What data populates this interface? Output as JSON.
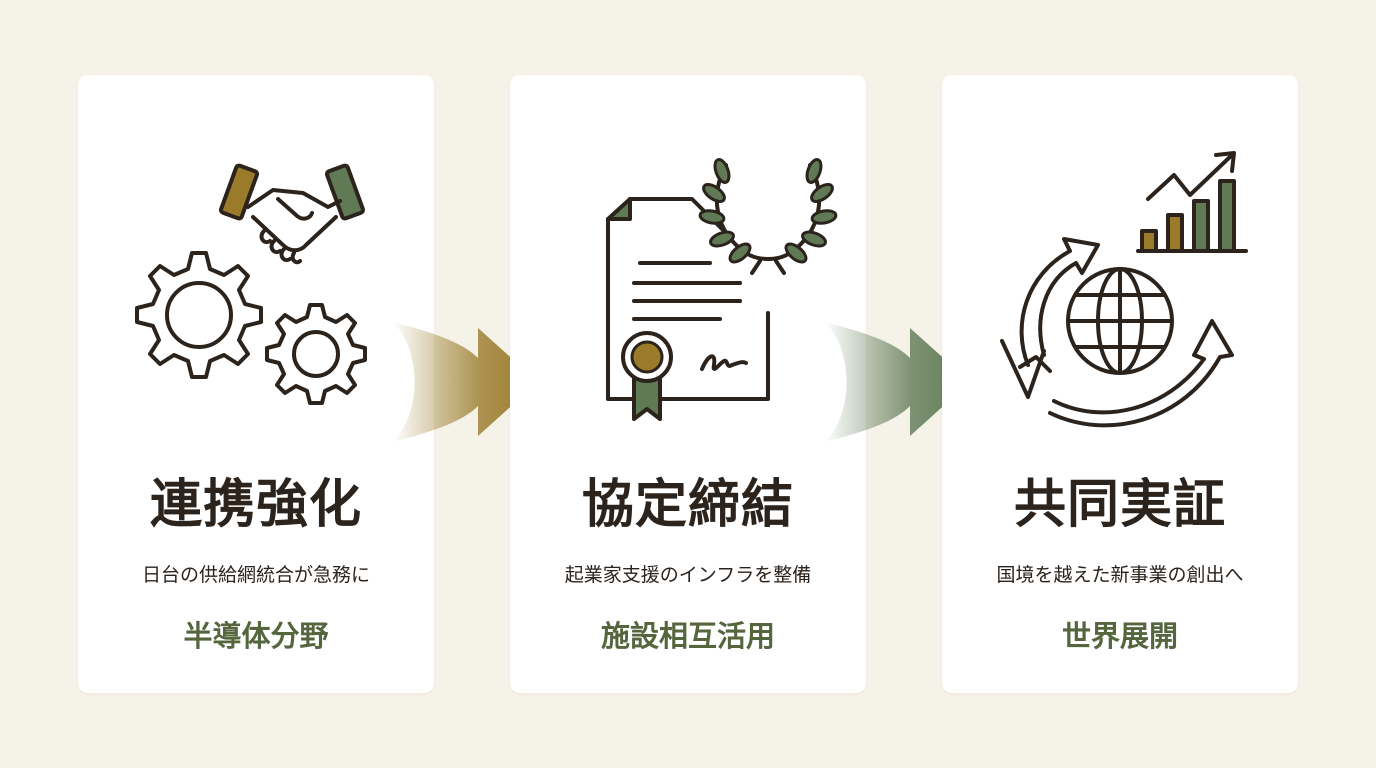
{
  "colors": {
    "background": "#f5f2e8",
    "card": "#ffffff",
    "ink": "#2b231c",
    "gold": "#9a7b2a",
    "green": "#5f7a55",
    "tag_green": "#55663e"
  },
  "steps": [
    {
      "icon": "handshake-gears-icon",
      "title": "連携強化",
      "description": "日台の供給網統合が急務に",
      "tag": "半導体分野"
    },
    {
      "icon": "certificate-laurel-icon",
      "title": "協定締結",
      "description": "起業家支援のインフラを整備",
      "tag": "施設相互活用"
    },
    {
      "icon": "globe-growth-icon",
      "title": "共同実証",
      "description": "国境を越えた新事業の創出へ",
      "tag": "世界展開"
    }
  ],
  "connectors": [
    {
      "icon": "arrow-right-icon",
      "color": "#9a7b2a"
    },
    {
      "icon": "arrow-right-icon",
      "color": "#5f7a55"
    }
  ]
}
